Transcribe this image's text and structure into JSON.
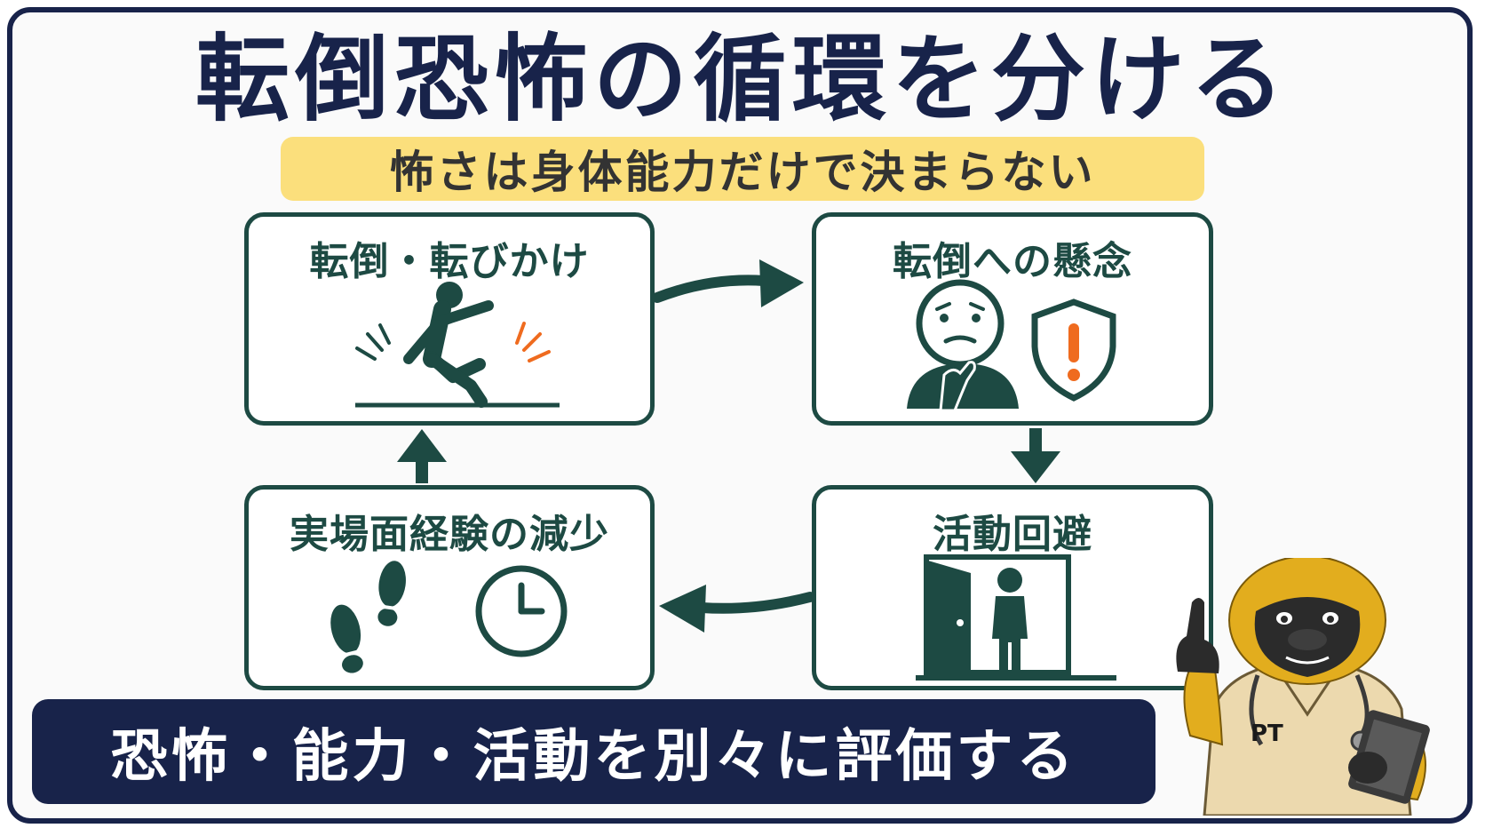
{
  "title": "転倒恐怖の循環を分ける",
  "subtitle": "怖さは身体能力だけで決まらない",
  "cycle": {
    "fall": {
      "label": "転倒・転びかけ",
      "icon": "falling-person-icon"
    },
    "concern": {
      "label": "転倒への懸念",
      "icons": [
        "worried-face-icon",
        "warning-shield-icon"
      ]
    },
    "avoid": {
      "label": "活動回避",
      "icon": "person-in-doorway-icon"
    },
    "reduce": {
      "label": "実場面経験の減少",
      "icons": [
        "footprints-icon",
        "clock-icon"
      ]
    }
  },
  "banner": "恐怖・能力・活動を別々に評価する",
  "mascot": {
    "badge": "PT",
    "icon": "gorilla-physiotherapist-icon"
  },
  "colors": {
    "navy": "#18234a",
    "green": "#1d4a43",
    "yellow": "#fbdf7c",
    "orange": "#ef6b1f"
  }
}
